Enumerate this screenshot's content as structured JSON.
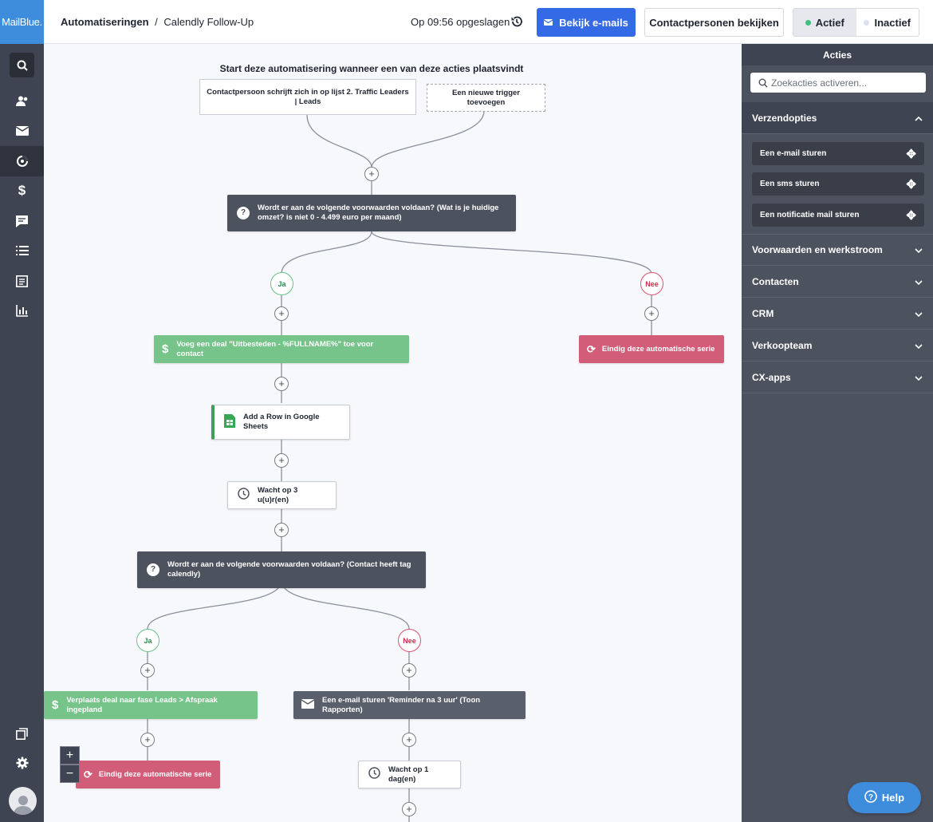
{
  "app": {
    "logo": "MailBlue."
  },
  "header": {
    "breadcrumb_root": "Automatiseringen",
    "breadcrumb_sep": "/",
    "breadcrumb_current": "Calendly Follow-Up",
    "saved_status": "Op 09:56 opgeslagen",
    "view_emails_label": "Bekijk e-mails",
    "view_contacts_label": "Contactpersonen bekijken",
    "active_label": "Actief",
    "inactive_label": "Inactief"
  },
  "nav": [
    "search-icon",
    "contacts-icon",
    "email-icon",
    "automations-icon",
    "deals-icon",
    "conversations-icon",
    "lists-icon",
    "forms-icon",
    "reports-icon",
    "pages-icon",
    "settings-icon",
    "avatar-icon"
  ],
  "canvas": {
    "start_title": "Start deze automatisering wanneer een van deze acties plaatsvindt",
    "trigger_1": "Contactpersoon schrijft zich in op lijst 2. Traffic Leaders | Leads",
    "trigger_add": "Een nieuwe trigger toevoegen",
    "condition_1": "Wordt er aan de volgende voorwaarden voldaan? (Wat is je huidige omzet? is niet 0 - 4.499 euro per maand)",
    "yes_label": "Ja",
    "no_label": "Nee",
    "deal_add": "Voeg een deal \"Uitbesteden - %FULLNAME%\" toe voor contact",
    "end_1": "Eindig deze automatische serie",
    "sheets": "Add a Row in Google Sheets",
    "wait_1": "Wacht op 3 u(u)r(en)",
    "condition_2": "Wordt er aan de volgende voorwaarden voldaan? (Contact heeft tag calendly)",
    "deal_move": "Verplaats deal naar fase Leads > Afspraak ingepland",
    "email_send": "Een e-mail sturen 'Reminder na 3 uur' (Toon Rapporten)",
    "end_2": "Eindig deze automatische serie",
    "wait_2": "Wacht op 1 dag(en)",
    "plus": "+",
    "zoom_in": "+",
    "zoom_out": "−"
  },
  "panel": {
    "title": "Acties",
    "search_placeholder": "Zoekacties activeren...",
    "sections": {
      "send": "Verzendopties",
      "conditions": "Voorwaarden en werkstroom",
      "contacts": "Contacten",
      "crm": "CRM",
      "sales": "Verkoopteam",
      "cx": "CX-apps"
    },
    "actions": [
      "Een e-mail sturen",
      "Een sms sturen",
      "Een notificatie mail sturen"
    ]
  },
  "help_label": "Help",
  "colors": {
    "brand": "#3e8ddd",
    "primary_button": "#356ae6",
    "condition_node": "#4d525f",
    "deal_node": "#77c48b",
    "end_node": "#d25d79",
    "active_dot": "#3dbf82"
  }
}
